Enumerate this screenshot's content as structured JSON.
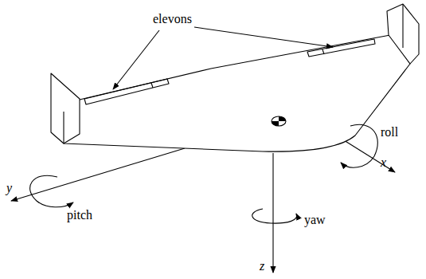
{
  "diagram": {
    "labels": [
      "elevons",
      "pitch",
      "roll",
      "yaw",
      "x",
      "y",
      "z"
    ]
  }
}
